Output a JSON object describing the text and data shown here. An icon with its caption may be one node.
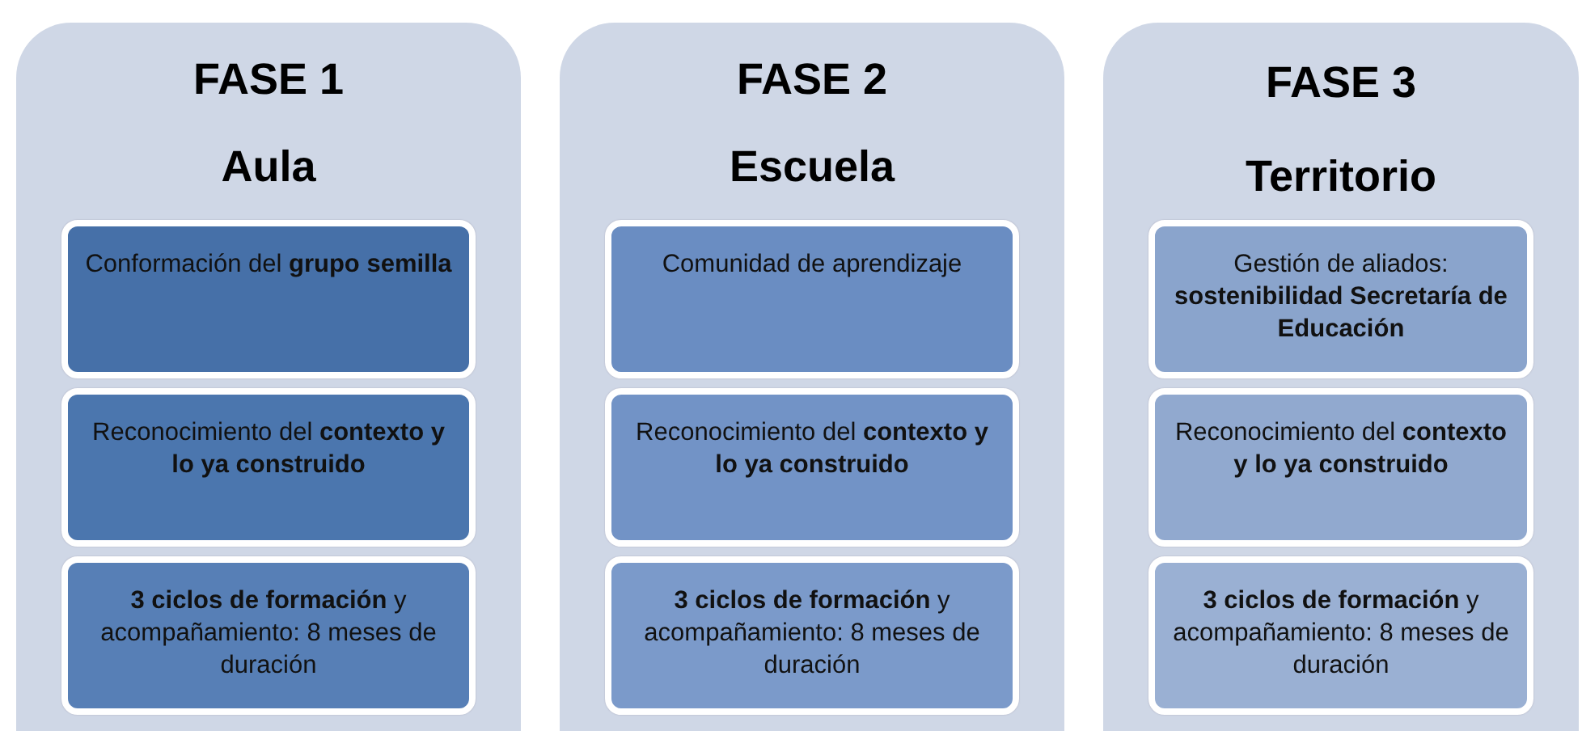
{
  "diagram": {
    "nodes": [
      {
        "text": [
          "FASE 1",
          "Aula"
        ]
      },
      {
        "text": [
          "Conformación del **grupo semilla**"
        ],
        "in": 0
      },
      {
        "text": [
          "Reconocimiento del **contexto y lo ya construido**"
        ],
        "in": 0
      },
      {
        "text": [
          "**3 ciclos de formación** y acompañamiento: 8 meses de duración"
        ],
        "in": 0
      },
      {
        "text": [
          "FASE 2",
          "Escuela"
        ]
      },
      {
        "text": [
          "Comunidad de aprendizaje"
        ],
        "in": 4
      },
      {
        "text": [
          "Reconocimiento del **contexto y lo ya construido**"
        ],
        "in": 4
      },
      {
        "text": [
          "**3 ciclos de formación** y acompañamiento: 8 meses de duración"
        ],
        "in": 4
      },
      {
        "text": [
          "FASE 3",
          "Territorio"
        ]
      },
      {
        "text": [
          "Gestión de aliados: **sostenibilidad Secretaría de Educación**"
        ],
        "in": 8
      },
      {
        "text": [
          "Reconocimiento del **contexto y lo ya construido**"
        ],
        "in": 8
      },
      {
        "text": [
          "**3 ciclos de formación** y acompañamiento: 8 meses de duración"
        ],
        "in": 8
      }
    ]
  }
}
